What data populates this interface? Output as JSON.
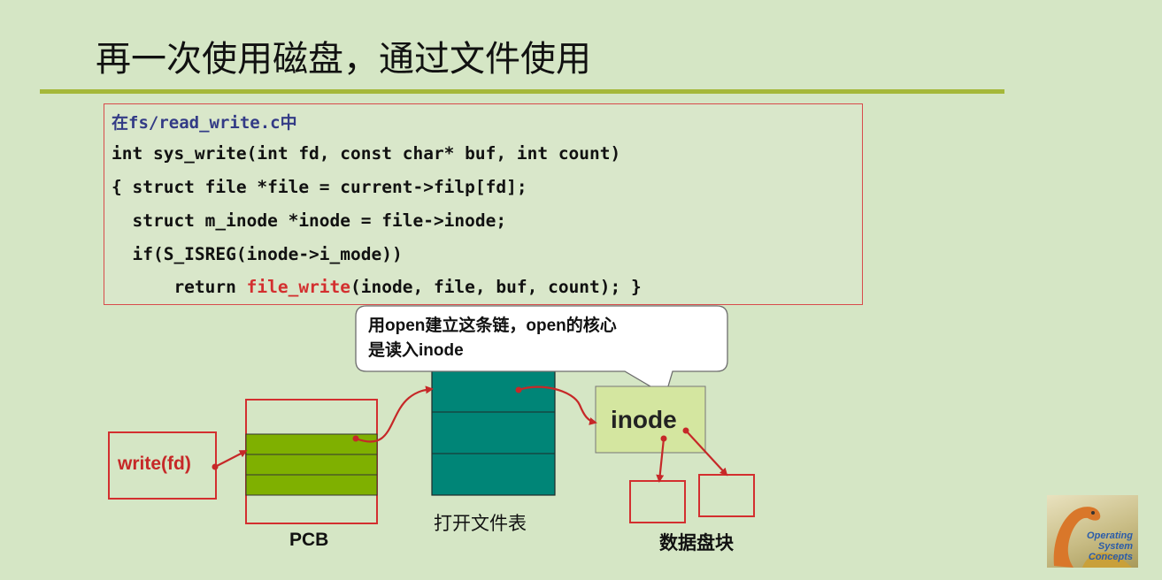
{
  "slide": {
    "title": "再一次使用磁盘，通过文件使用"
  },
  "code": {
    "file_line": "在fs/read_write.c中",
    "line1": "int sys_write(int fd, const char* buf, int count)",
    "line2": "{ struct file *file = current->filp[fd];",
    "line3": "  struct m_inode *inode = file->inode;",
    "line4": "  if(S_ISREG(inode->i_mode))",
    "line5_prefix": "      return ",
    "line5_highlight": "file_write",
    "line5_suffix": "(inode, file, buf, count); }"
  },
  "callout": {
    "line1": "用open建立这条链，open的核心",
    "line2": "是读入inode"
  },
  "diagram": {
    "write_label": "write(fd)",
    "pcb_label": "PCB",
    "open_file_table_label": "打开文件表",
    "inode_label": "inode",
    "data_blocks_label": "数据盘块"
  },
  "book_cover": {
    "text1": "Operating",
    "text2": "System",
    "text3": "Concepts"
  },
  "colors": {
    "background": "#d5e6c5",
    "rule": "#a5b83a",
    "code_border": "#d84b4b",
    "highlight": "#d32f2f",
    "pcb_fill": "#7fb000",
    "table_fill": "#008577",
    "inode_fill": "#d4e6a0",
    "arrow": "#c62828"
  }
}
